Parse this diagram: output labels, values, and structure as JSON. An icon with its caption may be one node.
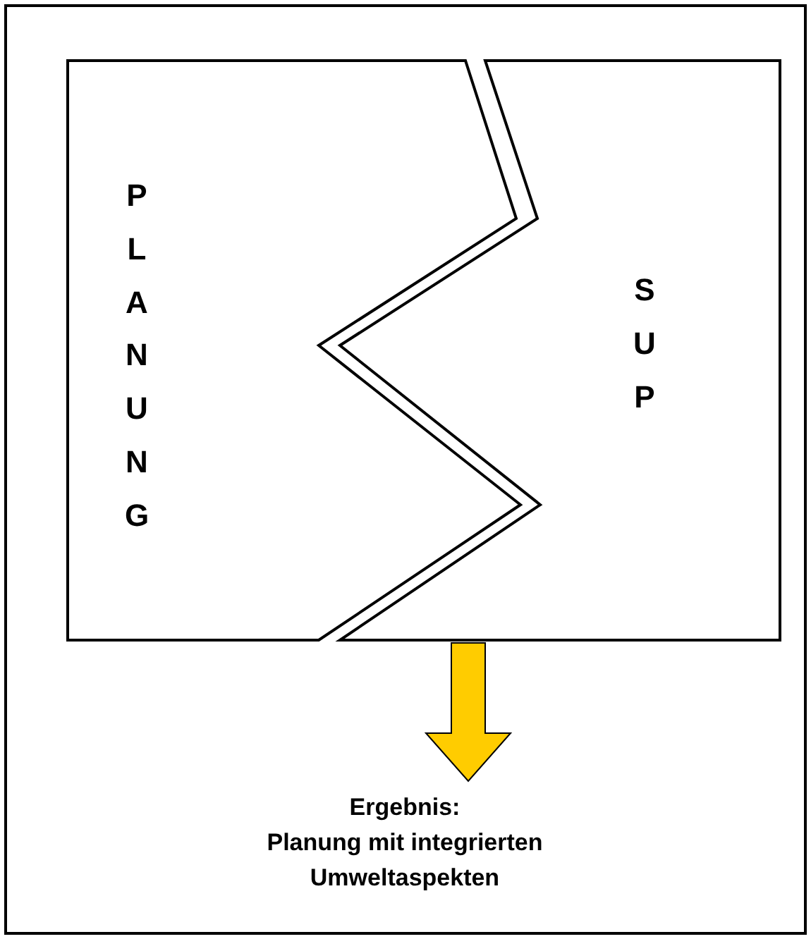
{
  "diagram": {
    "nodes": [
      {
        "text": [
          "PLANUNG"
        ]
      },
      {
        "text": [
          "SUP"
        ]
      },
      {
        "text": [
          "Ergebnis:",
          "Planung mit integrierten Umweltaspekten"
        ]
      }
    ],
    "edges": [
      {
        "from": null,
        "to": 2,
        "arrow": "to",
        "style": "thick",
        "color": "#ffcc00"
      }
    ]
  }
}
